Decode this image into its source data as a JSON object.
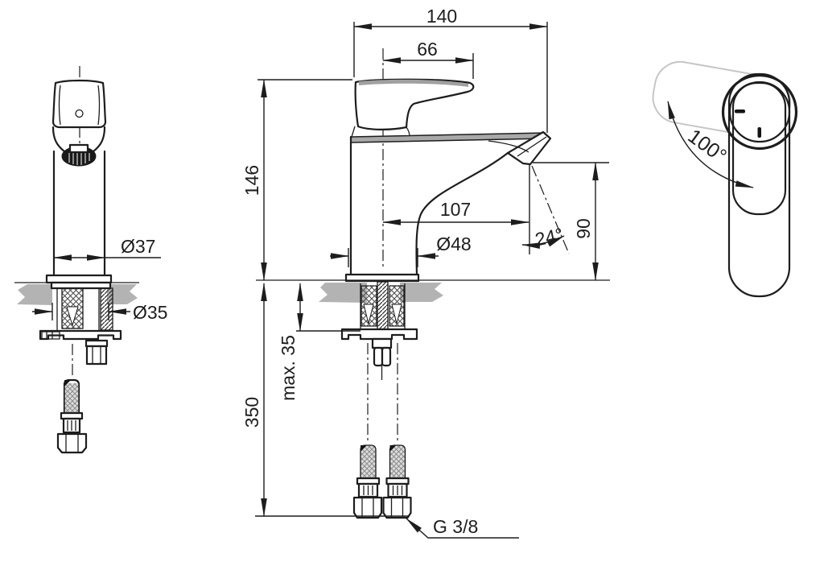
{
  "drawing": {
    "description": "Basin mixer tap technical drawing, three views",
    "dimensions": {
      "overall_depth": "140",
      "handle_depth": "66",
      "body_height": "146",
      "spout_reach": "107",
      "base_diameter": "Ø48",
      "body_diameter": "Ø37",
      "hole_diameter": "Ø35",
      "spray_angle": "24°",
      "outlet_clearance": "90",
      "max_deck_thickness": "max. 35",
      "hose_length": "350",
      "thread_size": "G 3/8",
      "swivel_angle": "100°"
    },
    "colors": {
      "line": "#1d1d1d",
      "countertop": "#b3b3b3",
      "ghost_handle": "#c6c6c6",
      "chrome_shade": "#a0a0a0"
    }
  }
}
